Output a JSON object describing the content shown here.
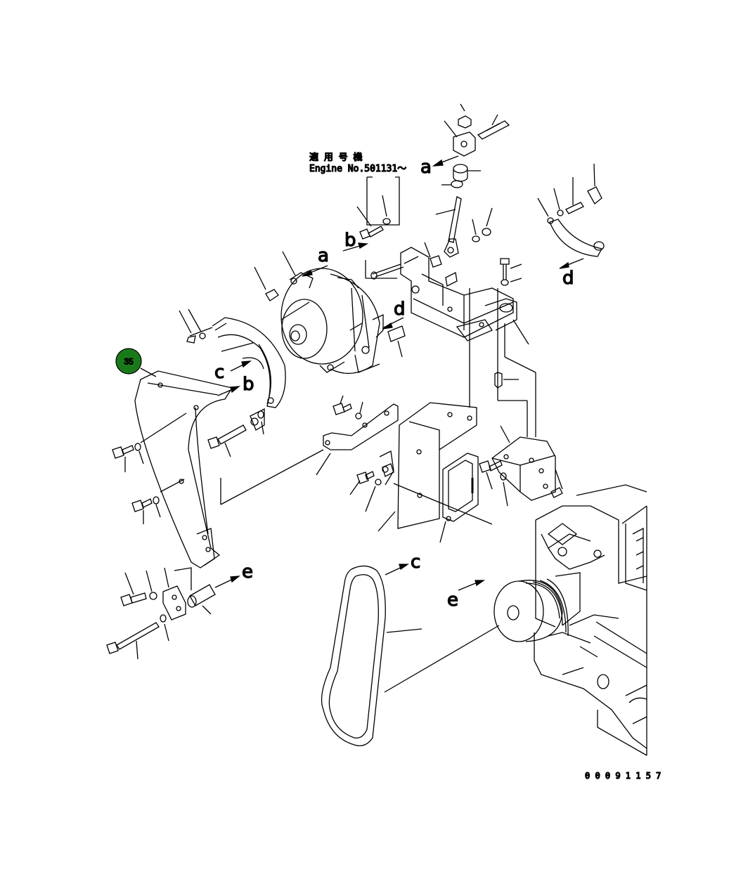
{
  "header": {
    "applicability_jp": "適 用 号 機",
    "engine_no": "Engine No.501131～"
  },
  "callout": {
    "number": "35",
    "color": "#1a7a1a"
  },
  "ref_letters": {
    "a_top": "a",
    "a_mid": "a",
    "b_top": "b",
    "b_mid": "b",
    "c_left": "c",
    "c_belt": "c",
    "d_right": "d",
    "d_mid": "d",
    "e_left": "e",
    "e_pulley": "e"
  },
  "drawing_number": "0 0 0 9 1 1 5 7"
}
